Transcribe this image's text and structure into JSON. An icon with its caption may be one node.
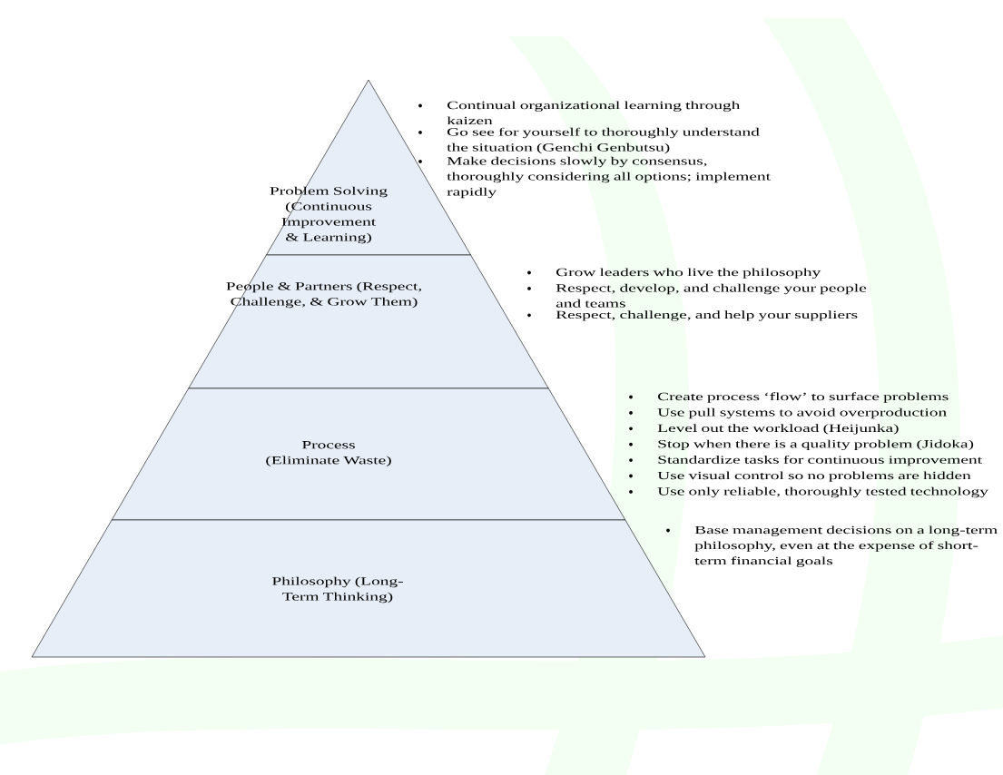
{
  "diagram": {
    "nodes": [
      {
        "text": [
          "Problem Solving (Continuous Improvement & Learning)"
        ],
        "beside": [
          "Continual organizational learning through kaizen",
          "Go see for yourself to thoroughly understand the situation (Genchi Genbutsu)",
          "Make decisions slowly by consensus, thoroughly considering all options; implement rapidly"
        ]
      },
      {
        "text": [
          "People & Partners (Respect, Challenge, & Grow Them)"
        ],
        "beside": [
          "Grow leaders who live the philosophy",
          "Respect, develop, and challenge your people and teams",
          "Respect, challenge, and help your suppliers"
        ]
      },
      {
        "text": [
          "Process (Eliminate Waste)"
        ],
        "beside": [
          "Create process ‘flow’ to surface problems",
          "Use pull systems to avoid overproduction",
          "Level out the workload (Heijunka)",
          "Stop when there is a quality problem (Jidoka)",
          "Standardize tasks for continuous improvement",
          "Use visual control so no problems are hidden",
          "Use only reliable, thoroughly tested technology"
        ]
      },
      {
        "text": [
          "Philosophy (Long-Term Thinking)"
        ],
        "beside": [
          "Base management decisions on a long-term philosophy, even at the expense of short-term financial goals"
        ]
      }
    ]
  }
}
